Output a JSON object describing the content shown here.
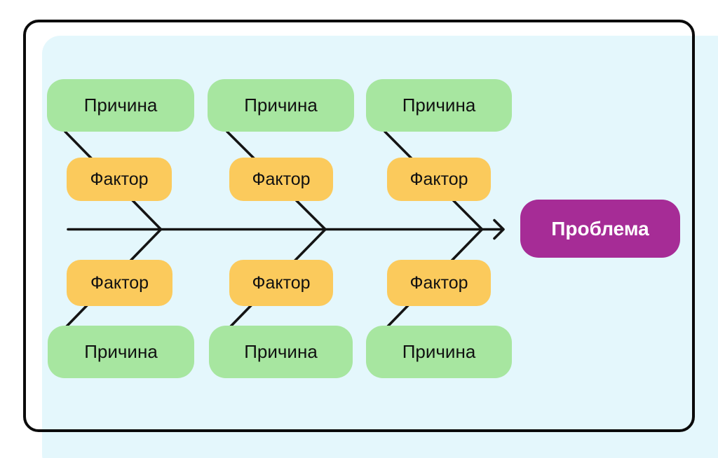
{
  "colors": {
    "page_background": "#ffffff",
    "panel_background": "#e4f7fc",
    "frame_stroke": "#0b0b0b",
    "skeleton_line": "#141414",
    "cause_fill": "#a7e6a0",
    "factor_fill": "#fbca5c",
    "problem_fill": "#a62c96",
    "node_text": "#111111",
    "problem_text": "#ffffff"
  },
  "diagram": {
    "type": "fishbone-ishikawa",
    "problem": {
      "label": "Проблема"
    },
    "branches": [
      {
        "position": "top-1",
        "cause": "Причина",
        "factor": "Фактор"
      },
      {
        "position": "top-2",
        "cause": "Причина",
        "factor": "Фактор"
      },
      {
        "position": "top-3",
        "cause": "Причина",
        "factor": "Фактор"
      },
      {
        "position": "bottom-1",
        "cause": "Причина",
        "factor": "Фактор"
      },
      {
        "position": "bottom-2",
        "cause": "Причина",
        "factor": "Фактор"
      },
      {
        "position": "bottom-3",
        "cause": "Причина",
        "factor": "Фактор"
      }
    ]
  }
}
